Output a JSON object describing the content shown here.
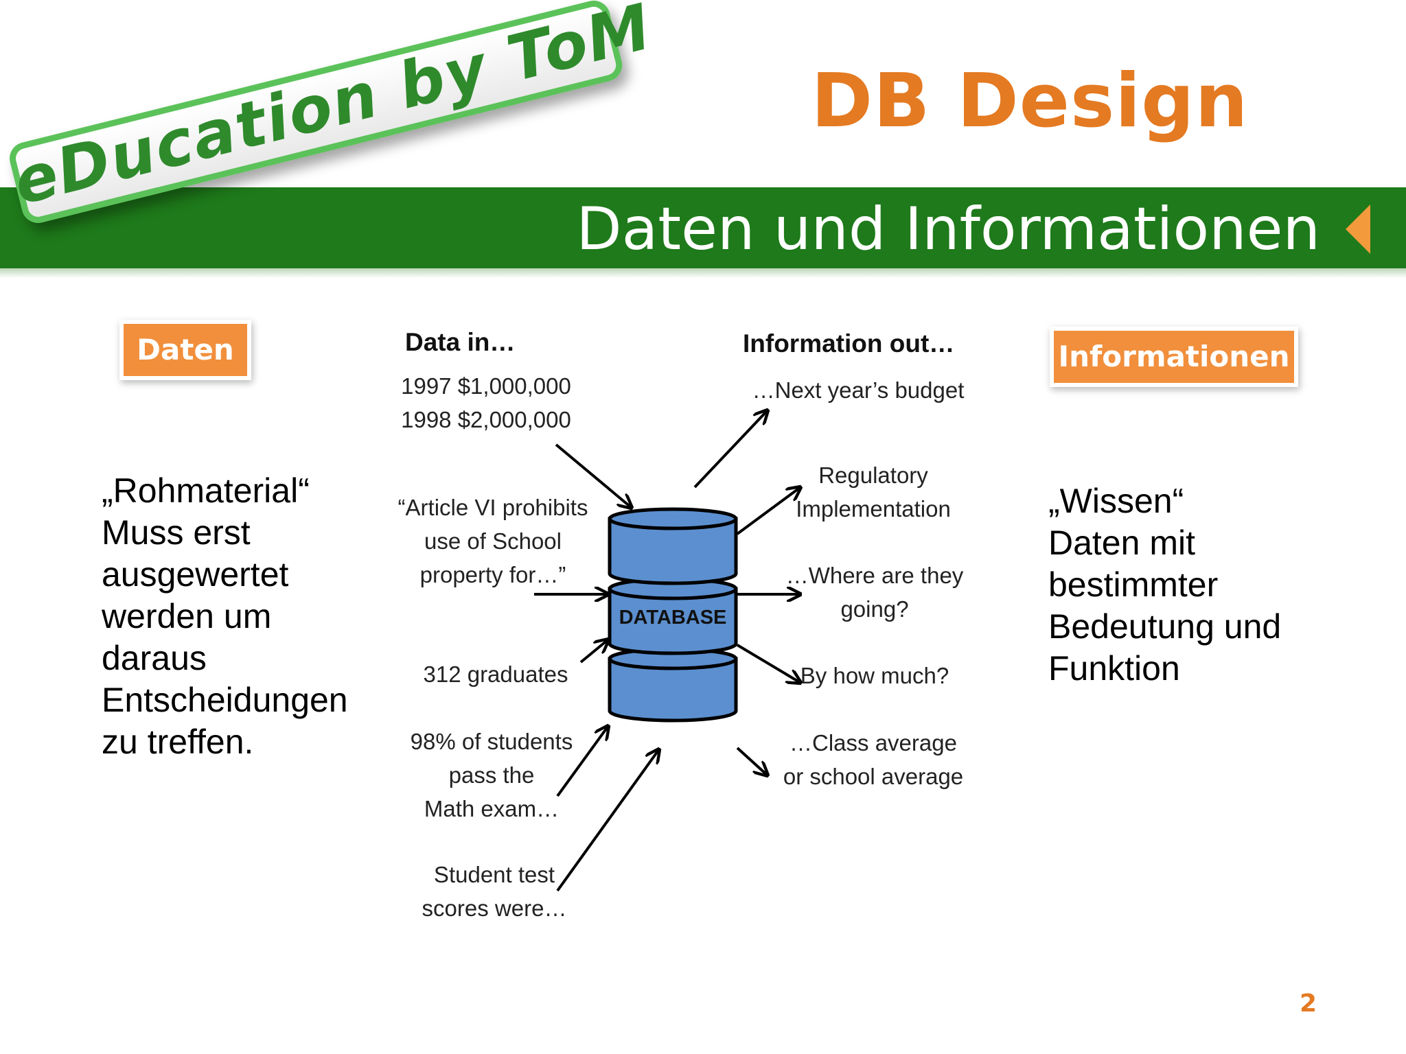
{
  "header": {
    "title": "DB Design",
    "subtitle": "Daten und Informationen",
    "logo_text": "eDucation by ToM"
  },
  "tags": {
    "left": "Daten",
    "right": "Informationen"
  },
  "left_text": [
    "„Rohmaterial“",
    "Muss erst",
    "ausgewertet",
    "werden um",
    "daraus",
    "Entscheidungen",
    "zu treffen."
  ],
  "right_text": [
    "„Wissen“",
    "Daten mit",
    "bestimmter",
    "Bedeutung und",
    "Funktion"
  ],
  "diagram": {
    "input_heading": "Data in…",
    "output_heading": "Information out…",
    "database_label": "DATABASE",
    "inputs": [
      [
        "1997 $1,000,000",
        "1998 $2,000,000"
      ],
      [
        "“Article VI prohibits",
        "use of School",
        "property for…”"
      ],
      [
        "312 graduates"
      ],
      [
        "98% of students",
        "pass the",
        "Math exam…"
      ],
      [
        "Student test",
        "scores were…"
      ]
    ],
    "outputs": [
      [
        "…Next year’s budget"
      ],
      [
        "Regulatory",
        "Implementation"
      ],
      [
        "…Where are they",
        "going?"
      ],
      [
        "By how much?"
      ],
      [
        "…Class average",
        "or school average"
      ]
    ]
  },
  "page_number": "2"
}
